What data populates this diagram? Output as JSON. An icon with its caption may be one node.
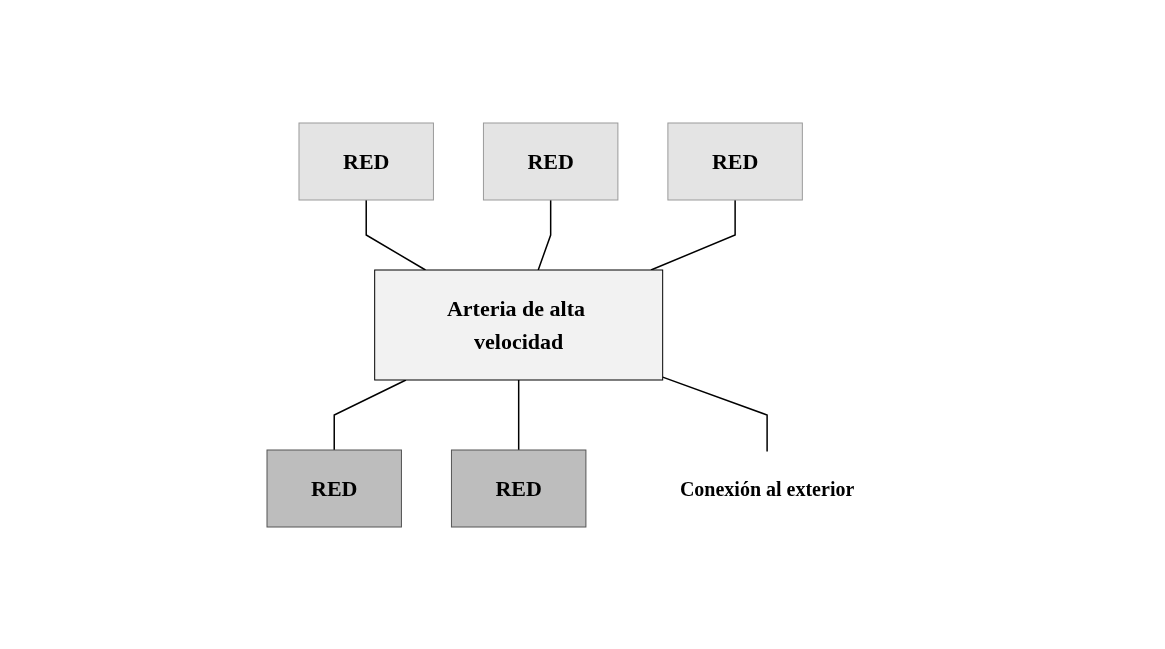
{
  "diagram": {
    "nodes": [
      {
        "text": [
          "RED"
        ]
      },
      {
        "text": [
          "RED"
        ]
      },
      {
        "text": [
          "RED"
        ]
      },
      {
        "text": [
          "Arteria de alta velocidad"
        ]
      },
      {
        "text": [
          "RED"
        ]
      },
      {
        "text": [
          "RED"
        ]
      },
      {
        "text": [
          "Conexión al exterior"
        ]
      }
    ],
    "edges": [
      {
        "from": 0,
        "to": 3,
        "arrow": "none"
      },
      {
        "from": 1,
        "to": 3,
        "arrow": "none"
      },
      {
        "from": 2,
        "to": 3,
        "arrow": "none"
      },
      {
        "from": 3,
        "to": 4,
        "arrow": "none"
      },
      {
        "from": 3,
        "to": 5,
        "arrow": "none"
      },
      {
        "from": 3,
        "to": 6,
        "arrow": "none"
      }
    ]
  }
}
